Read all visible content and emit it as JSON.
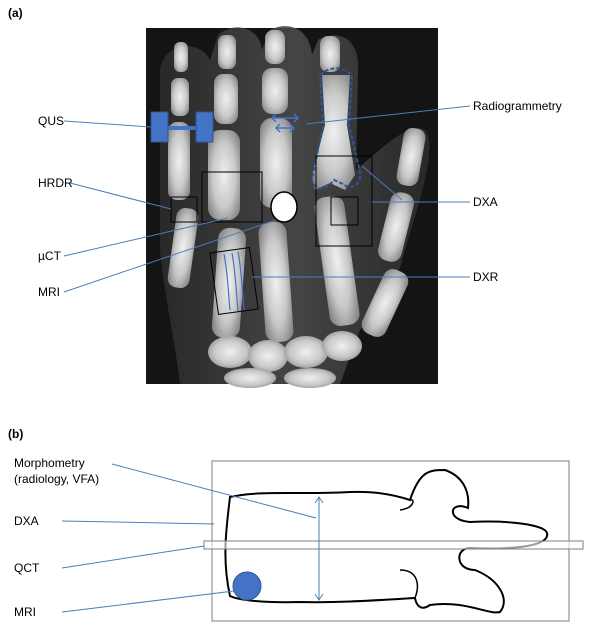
{
  "panel_a": {
    "label": "(a)",
    "labels": {
      "qus": "QUS",
      "hrdr": "HRDR",
      "uct": "µCT",
      "mri": "MRI",
      "radiogrammetry": "Radiogrammetry",
      "dxa": "DXA",
      "dxr": "DXR"
    }
  },
  "panel_b": {
    "label": "(b)",
    "labels": {
      "morphometry_line1": "Morphometry",
      "morphometry_line2": "(radiology, VFA)",
      "dxa": "DXA",
      "qct": "QCT",
      "mri": "MRI"
    }
  },
  "colors": {
    "accent_blue": "#4a7ebb",
    "marker_blue": "#4472c4",
    "xray_background": "#111111",
    "bone": "#d9d9d9"
  }
}
